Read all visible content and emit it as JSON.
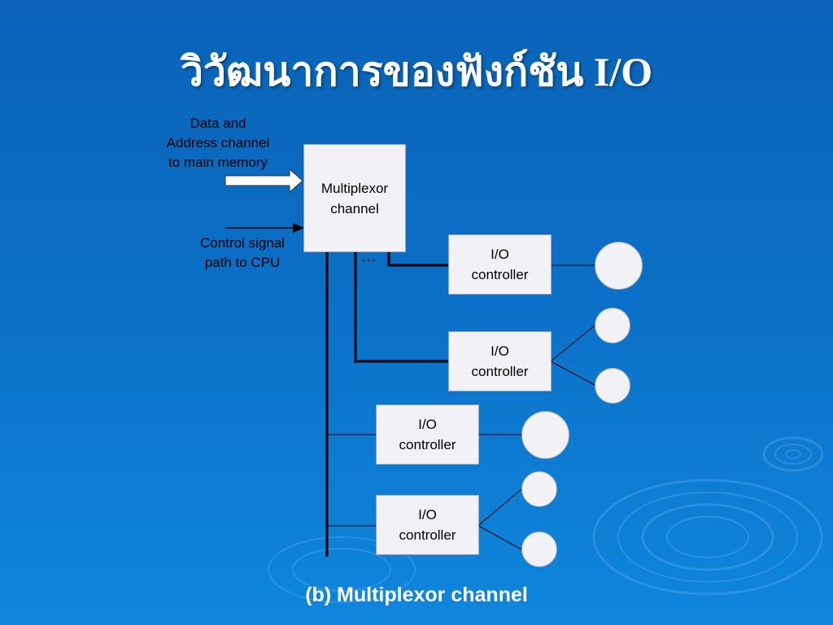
{
  "slide": {
    "title": "วิวัฒนาการของฟังก์ชัน I/O",
    "caption": "(b) Multiplexor channel"
  },
  "diagram": {
    "data_address_label_line1": "Data and",
    "data_address_label_line2": "Address channel",
    "data_address_label_line3": "to main memory",
    "control_label_line1": "Control signal",
    "control_label_line2": "path to CPU",
    "multiplexor_line1": "Multiplexor",
    "multiplexor_line2": "channel",
    "ellipsis": "…",
    "controllers": [
      {
        "line1": "I/O",
        "line2": "controller"
      },
      {
        "line1": "I/O",
        "line2": "controller"
      },
      {
        "line1": "I/O",
        "line2": "controller"
      },
      {
        "line1": "I/O",
        "line2": "controller"
      }
    ]
  }
}
